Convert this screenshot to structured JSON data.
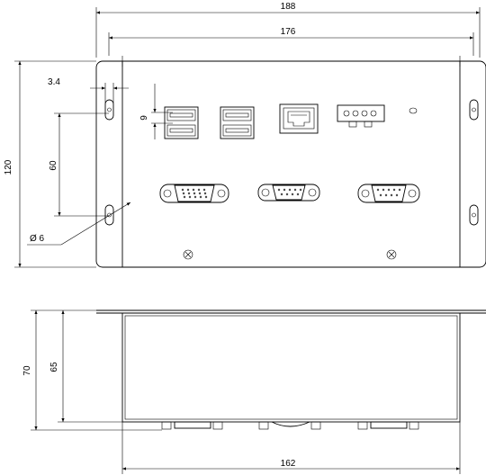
{
  "dimensions": {
    "overall_width": "188",
    "inner_width": "176",
    "slot_offset": "3.4",
    "usb_pitch": "9",
    "slot_spacing": "60",
    "height": "120",
    "hole_diameter": "Ø 6",
    "side_height_total": "70",
    "side_height_body": "65",
    "body_length": "162"
  }
}
